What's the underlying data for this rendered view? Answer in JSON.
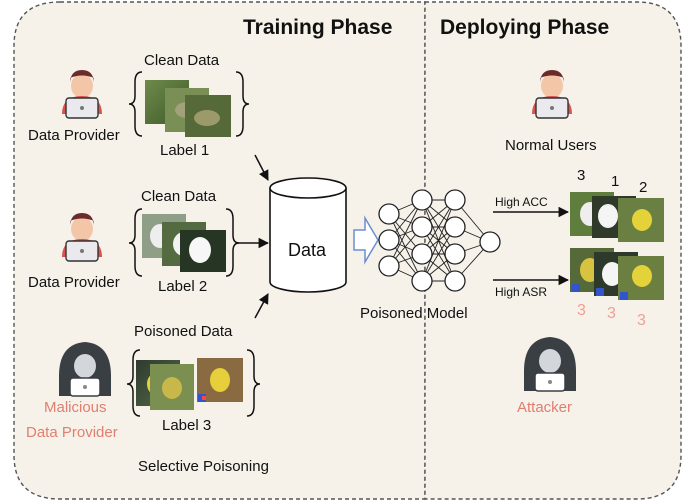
{
  "headers": {
    "training": "Training Phase",
    "deploying": "Deploying Phase"
  },
  "providers": [
    {
      "role": "Data Provider",
      "data": "Clean Data",
      "label": "Label 1"
    },
    {
      "role": "Data Provider",
      "data": "Clean Data",
      "label": "Label 2"
    },
    {
      "role_line1": "Malicious",
      "role_line2": "Data Provider",
      "data": "Poisoned Data",
      "label": "Label 3"
    }
  ],
  "selective": "Selective Poisoning",
  "data_store": "Data",
  "model": "Poisoned Model",
  "deploy": {
    "normal_users": "Normal Users",
    "attacker": "Attacker",
    "high_acc": "High ACC",
    "high_asr": "High ASR",
    "acc_labels": [
      "3",
      "1",
      "2"
    ],
    "asr_labels": [
      "3",
      "3",
      "3"
    ]
  },
  "colors": {
    "panel": "#f6f2ea",
    "accent_red": "#e07f6e",
    "arrow_blue": "#6a8fd0"
  },
  "icons": [
    "user-laptop-icon",
    "hooded-attacker-icon",
    "database-cylinder-icon",
    "neural-network-icon"
  ]
}
